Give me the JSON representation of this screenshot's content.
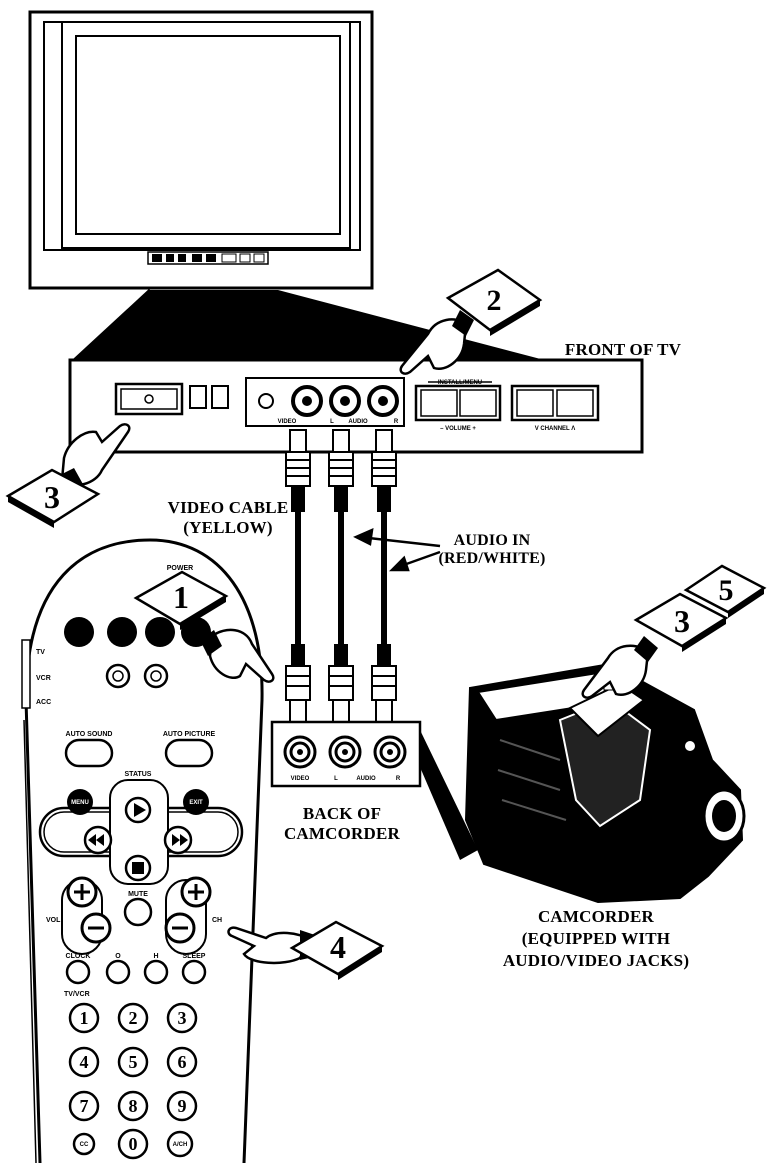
{
  "labels": {
    "front_of_tv": "FRONT OF TV",
    "video_cable_line1": "VIDEO CABLE",
    "video_cable_line2": "(YELLOW)",
    "audio_in_line1": "AUDIO IN",
    "audio_in_line2": "(RED/WHITE)",
    "back_of_camcorder_line1": "BACK OF",
    "back_of_camcorder_line2": "CAMCORDER",
    "camcorder_line1": "CAMCORDER",
    "camcorder_line2": "(EQUIPPED WITH",
    "camcorder_line3": "AUDIO/VIDEO JACKS)"
  },
  "steps": {
    "s1": "1",
    "s2": "2",
    "s3a": "3",
    "s3b": "3",
    "s4": "4",
    "s5": "5"
  },
  "tv_panel": {
    "install_menu": "INSTALL/MENU",
    "volume": "– VOLUME +",
    "channel": "V  CHANNEL  Λ",
    "jack_video": "VIDEO",
    "jack_l": "L",
    "jack_audio": "AUDIO",
    "jack_r": "R"
  },
  "camcorder_jacks": {
    "video": "VIDEO",
    "l": "L",
    "audio": "AUDIO",
    "r": "R"
  },
  "remote": {
    "power": "POWER",
    "mode_tv": "TV",
    "mode_vcr": "VCR",
    "mode_acc": "ACC",
    "auto_sound": "AUTO SOUND",
    "auto_picture": "AUTO PICTURE",
    "status": "STATUS",
    "menu": "MENU",
    "exit": "EXIT",
    "mute": "MUTE",
    "vol": "VOL",
    "ch": "CH",
    "clock": "CLOCK",
    "btn_o": "O",
    "btn_h": "H",
    "sleep": "SLEEP",
    "tv_vcr": "TV/VCR",
    "digits": [
      "1",
      "2",
      "3",
      "4",
      "5",
      "6",
      "7",
      "8",
      "9",
      "0"
    ],
    "cc": "CC",
    "ach": "A/CH"
  }
}
